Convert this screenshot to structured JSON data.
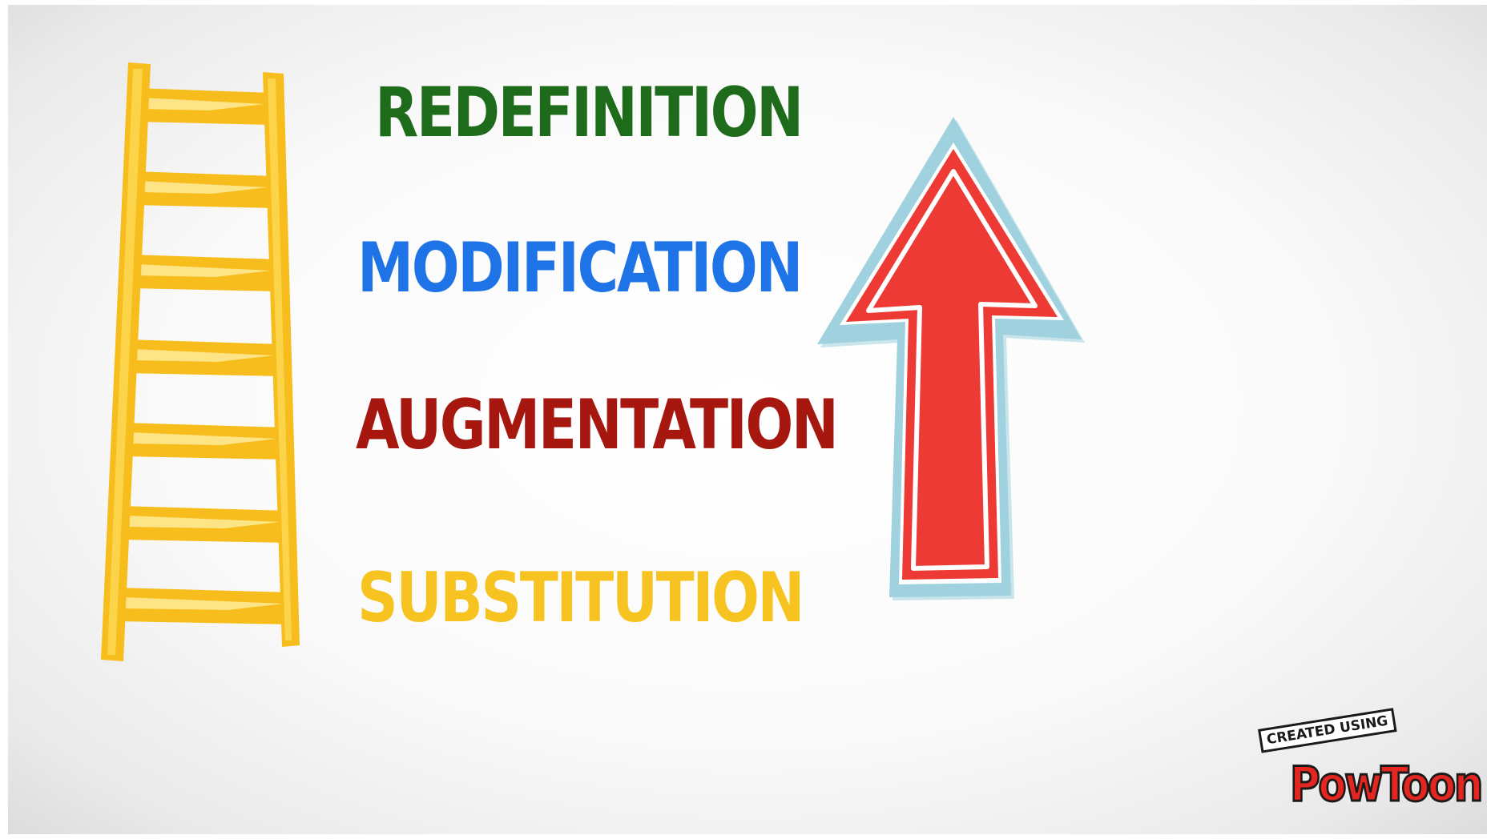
{
  "levels": [
    {
      "label": "REDEFINITION",
      "color": "#1f6b1c"
    },
    {
      "label": "MODIFICATION",
      "color": "#1e74e6"
    },
    {
      "label": "AUGMENTATION",
      "color": "#a5170f"
    },
    {
      "label": "SUBSTITUTION",
      "color": "#f7c320"
    }
  ],
  "badge": {
    "created_using": "CREATED USING",
    "brand": "PowToon"
  },
  "colors": {
    "ladder": "#f7bd1c",
    "ladder_highlight": "#fde587",
    "arrow_fill": "#ee3a34",
    "arrow_outline": "#9fd1de"
  },
  "icons": {
    "ladder": "ladder-icon",
    "arrow": "up-arrow-icon"
  }
}
